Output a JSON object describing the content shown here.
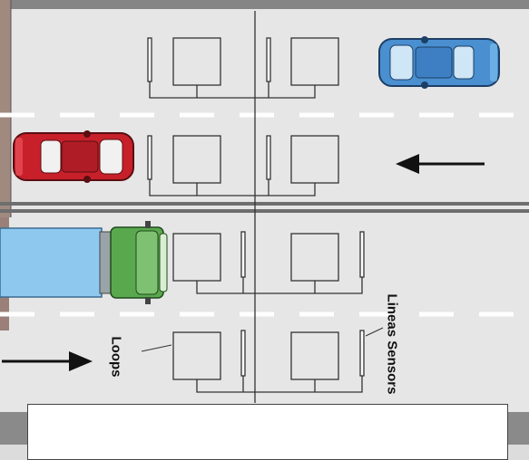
{
  "labels": {
    "loops": "Loops",
    "linear_sensors": "Lineas Sensors"
  },
  "vehicles": [
    {
      "name": "blue-car",
      "color": "#4a8fd0",
      "direction": "left"
    },
    {
      "name": "red-car",
      "color": "#c8202a",
      "direction": "right"
    },
    {
      "name": "truck",
      "cab_color": "#5aa84e",
      "trailer_color": "#8ec8ef",
      "direction": "right"
    }
  ],
  "arrows": [
    {
      "name": "arrow-left",
      "direction": "left"
    },
    {
      "name": "arrow-right",
      "direction": "right"
    }
  ],
  "colors": {
    "road": "#e4e4e4",
    "edge_band": "#8a8a8a",
    "lane_mark": "#ffffff",
    "wire": "#333333"
  }
}
